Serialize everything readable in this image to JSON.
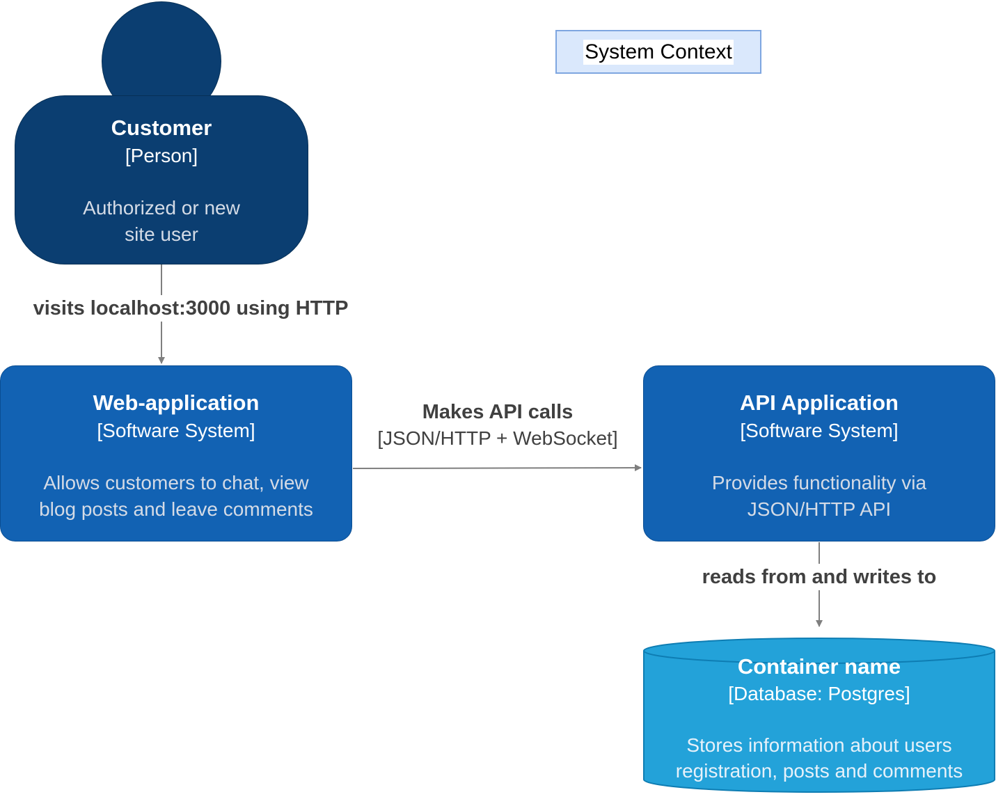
{
  "title": "System Context",
  "colors": {
    "person": "#0b3e71",
    "system": "#1262b3",
    "database": "#23a2d9",
    "edge": "#7f7f7f",
    "edge_text": "#404040",
    "title_fill": "#dae8fc",
    "title_stroke": "#7ea6e0"
  },
  "nodes": {
    "customer": {
      "name": "Customer",
      "kind": "[Person]",
      "desc_line1": "Authorized or new",
      "desc_line2": "site user"
    },
    "web_app": {
      "name": "Web-application",
      "kind": "[Software System]",
      "desc_line1": "Allows customers to chat, view",
      "desc_line2": "blog posts and leave comments"
    },
    "api_app": {
      "name": "API Application",
      "kind": "[Software System]",
      "desc_line1": "Provides functionality via",
      "desc_line2": "JSON/HTTP API"
    },
    "database": {
      "name": "Container name",
      "kind": "[Database: Postgres]",
      "desc_line1": "Stores information about users",
      "desc_line2": "registration, posts and comments"
    }
  },
  "edges": {
    "customer_to_web": {
      "label": "visits localhost:3000 using HTTP"
    },
    "web_to_api": {
      "label": "Makes API calls",
      "technology": "[JSON/HTTP + WebSocket]"
    },
    "api_to_db": {
      "label": "reads from and writes to"
    }
  }
}
